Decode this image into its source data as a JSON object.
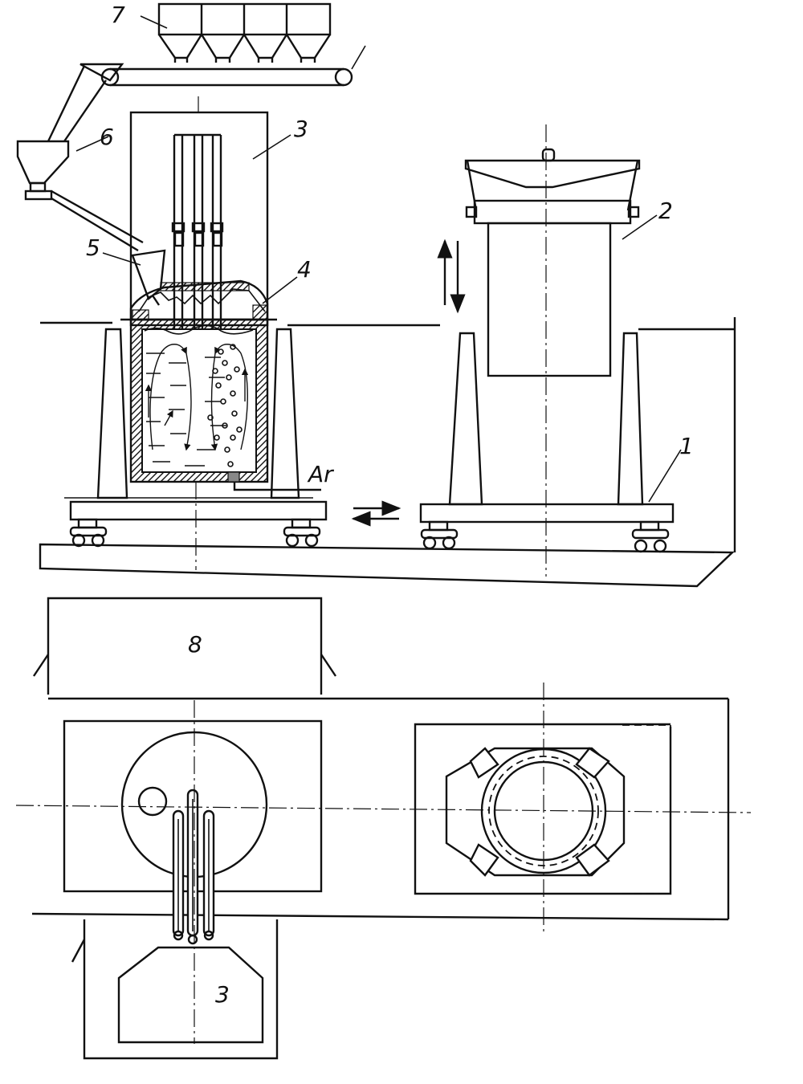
{
  "labels": {
    "l1": "1",
    "l2": "2",
    "l3_top": "3",
    "l3_bottom": "3",
    "l4": "4",
    "l5": "5",
    "l6": "6",
    "l7": "7",
    "l8": "8",
    "gas": "Ar"
  }
}
